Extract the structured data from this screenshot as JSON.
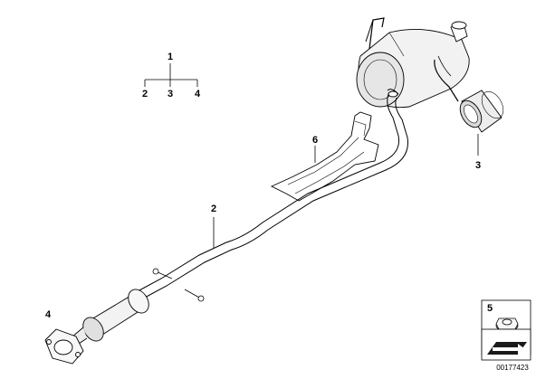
{
  "diagram": {
    "tree": {
      "root": "1",
      "children": [
        "2",
        "3",
        "4"
      ]
    },
    "callouts": {
      "muffler_tip": "3",
      "heat_shield": "6",
      "middle_pipe": "2",
      "flange_gasket": "4",
      "nut_box": "5"
    },
    "doc_id": "00177423",
    "line_color": "#000000",
    "fill_light": "#f2f2f2",
    "fill_mid": "#d9d9d9"
  }
}
